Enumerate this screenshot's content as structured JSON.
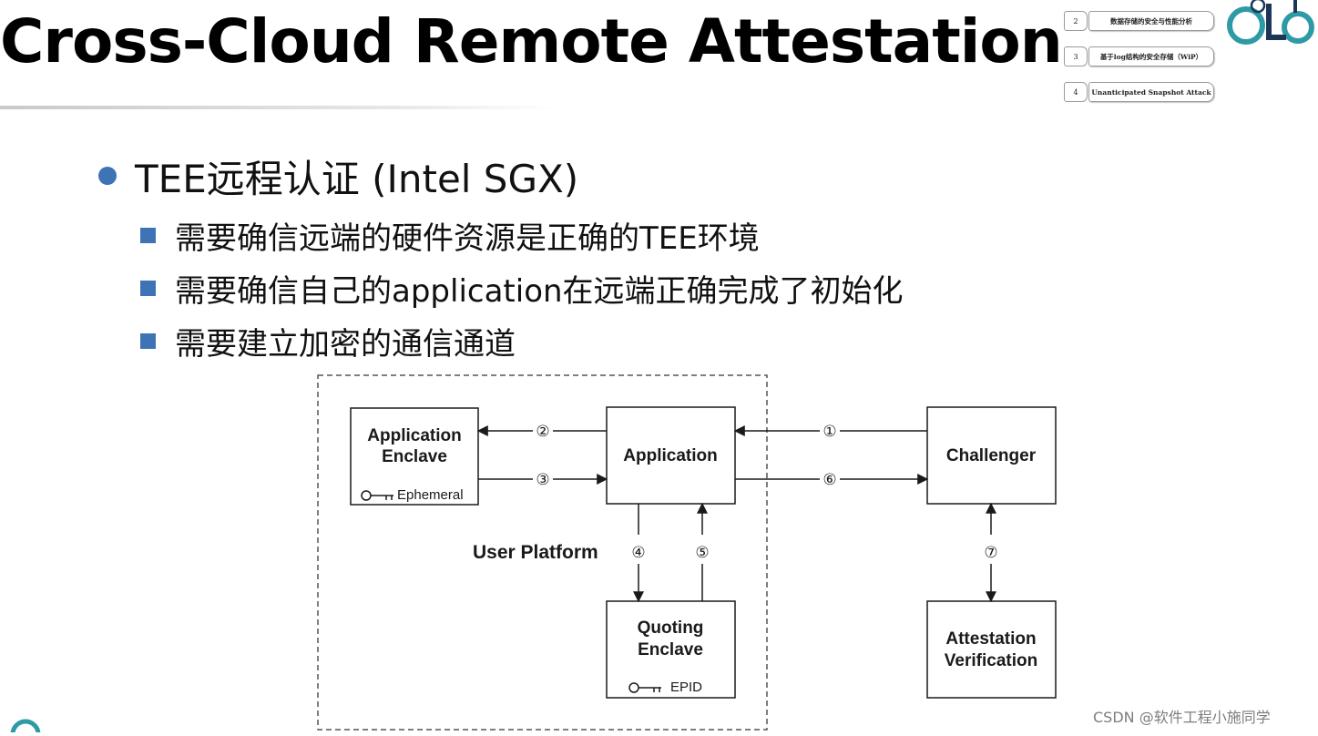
{
  "slide": {
    "title": "Cross-Cloud Remote Attestation",
    "main_bullet": "TEE远程认证 (Intel SGX)",
    "sub_bullets": [
      "需要确信远端的硬件资源是正确的TEE环境",
      "需要确信自己的application在远端正确完成了初始化",
      "需要建立加密的通信通道"
    ]
  },
  "toc": [
    {
      "num": "2",
      "label": "数据存储的安全与性能分析"
    },
    {
      "num": "3",
      "label": "基于log结构的安全存储（WiP）"
    },
    {
      "num": "4",
      "label": "Unanticipated Snapshot Attack"
    }
  ],
  "diagram": {
    "boxes": {
      "app_enclave": {
        "line1": "Application",
        "line2": "Enclave",
        "key_label": "Ephemeral"
      },
      "application": {
        "label": "Application"
      },
      "challenger": {
        "label": "Challenger"
      },
      "quoting": {
        "line1": "Quoting",
        "line2": "Enclave",
        "key_label": "EPID"
      },
      "verification": {
        "line1": "Attestation",
        "line2": "Verification"
      }
    },
    "platform_label": "User Platform",
    "steps": [
      "①",
      "②",
      "③",
      "④",
      "⑤",
      "⑥",
      "⑦"
    ]
  },
  "watermark": "CSDN @软件工程小施同学",
  "colors": {
    "accent": "#3e74b6",
    "logo_teal": "#2e9aa5",
    "logo_navy": "#1d3557"
  },
  "icons": {
    "bullet": "filled-circle",
    "sub_bullet": "filled-square",
    "key": "key-icon"
  }
}
